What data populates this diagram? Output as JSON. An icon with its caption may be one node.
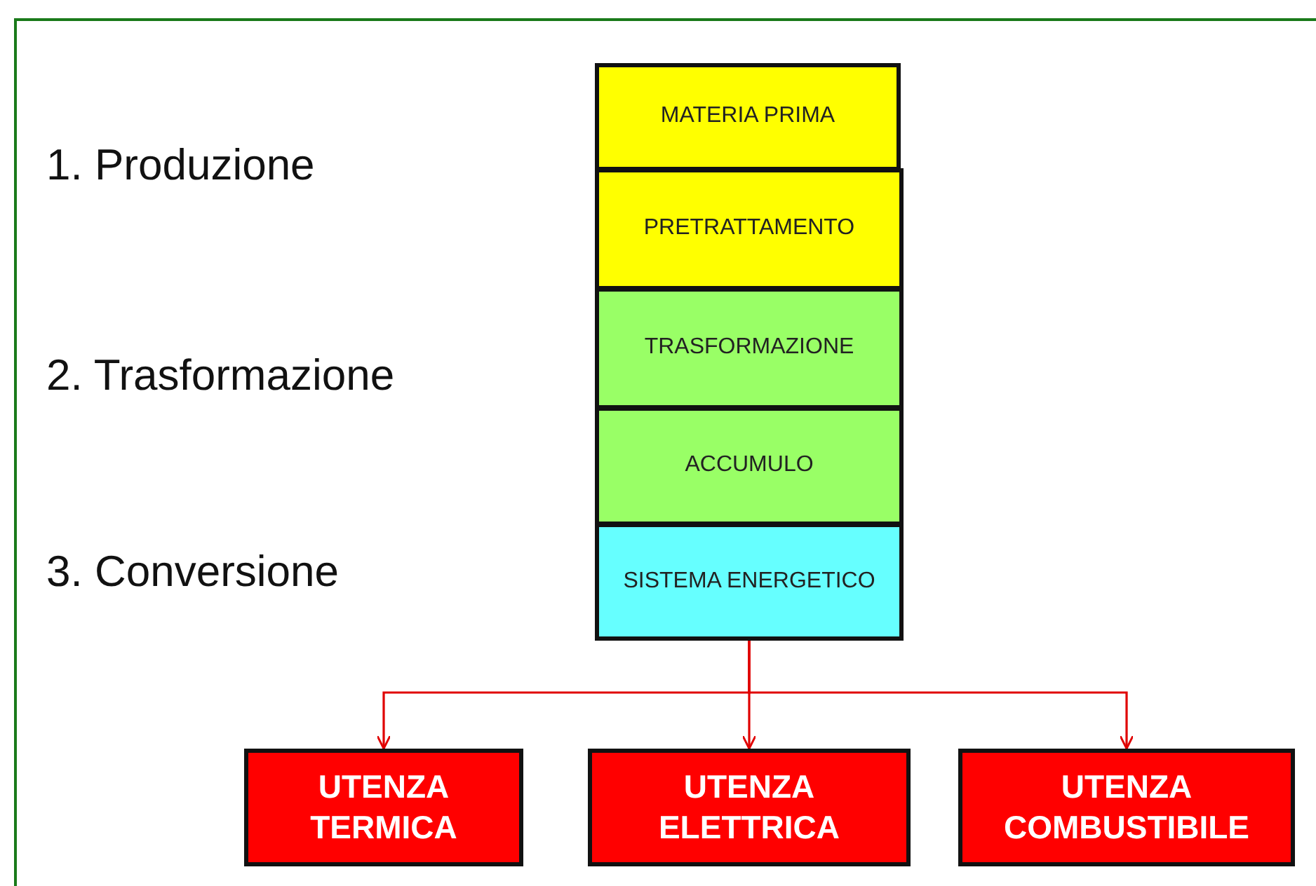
{
  "diagram": {
    "nodes": [
      {
        "text": [
          "MATERIA PRIMA"
        ]
      },
      {
        "text": [
          "PRETRATTAMENTO"
        ]
      },
      {
        "text": [
          "TRASFORMAZIONE"
        ]
      },
      {
        "text": [
          "ACCUMULO"
        ]
      },
      {
        "text": [
          "SISTEMA ENERGETICO"
        ]
      },
      {
        "text": [
          "UTENZA TERMICA"
        ]
      },
      {
        "text": [
          "UTENZA ELETTRICA"
        ]
      },
      {
        "text": [
          "UTENZA COMBUSTIBILE"
        ]
      }
    ],
    "edges": [
      {
        "from": 4,
        "to": 5,
        "arrow": "to"
      },
      {
        "from": 4,
        "to": 6,
        "arrow": "to"
      },
      {
        "from": 4,
        "to": 7,
        "arrow": "to"
      }
    ],
    "labels": [
      "1. Produzione",
      "2. Trasformazione",
      "3. Conversione"
    ]
  }
}
